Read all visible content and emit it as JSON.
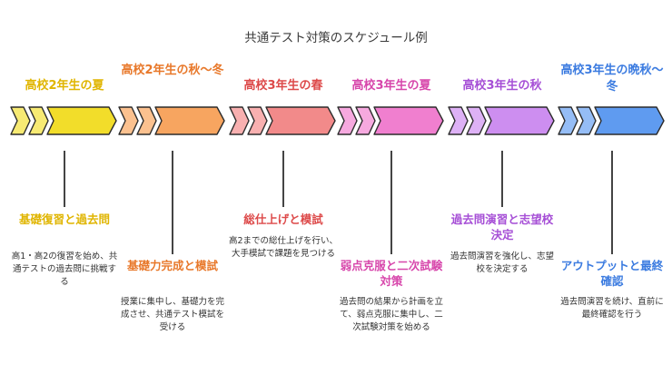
{
  "title": "共通テスト対策のスケジュール例",
  "stages": [
    {
      "period": "高校2年生の夏",
      "heading": "基礎復習と過去問",
      "detail": "高1・高2の復習を始め、共通テストの過去問に挑戦する",
      "color": "#f2dd2a",
      "light": "#f7ea73",
      "text_color": "#e0b500"
    },
    {
      "period": "高校2年生の秋〜冬",
      "heading": "基礎力完成と模試",
      "detail": "授業に集中し、基礎力を完成させ、共通テスト模試を受ける",
      "color": "#f7a560",
      "light": "#fbc18f",
      "text_color": "#e8782a"
    },
    {
      "period": "高校3年生の春",
      "heading": "総仕上げと模試",
      "detail": "高2までの総仕上げを行い、大手模試で課題を見つける",
      "color": "#f28a8a",
      "light": "#f8b0b0",
      "text_color": "#dd4a4a"
    },
    {
      "period": "高校3年生の夏",
      "heading": "弱点克服と二次試験対策",
      "detail": "過去問の結果から計画を立て、弱点克服に集中し、二次試験対策を始める",
      "color": "#f07fcf",
      "light": "#f6a9df",
      "text_color": "#d746ab"
    },
    {
      "period": "高校3年生の秋",
      "heading": "過去問演習と志望校決定",
      "detail": "過去問演習を強化し、志望校を決定する",
      "color": "#cd8ef0",
      "light": "#ddb1f5",
      "text_color": "#a64fd6"
    },
    {
      "period": "高校3年生の晩秋〜冬",
      "heading": "アウトプットと最終確認",
      "detail": "過去問演習を続け、直前に最終確認を行う",
      "color": "#5f9bf0",
      "light": "#95bdf6",
      "text_color": "#3b7be0"
    }
  ]
}
